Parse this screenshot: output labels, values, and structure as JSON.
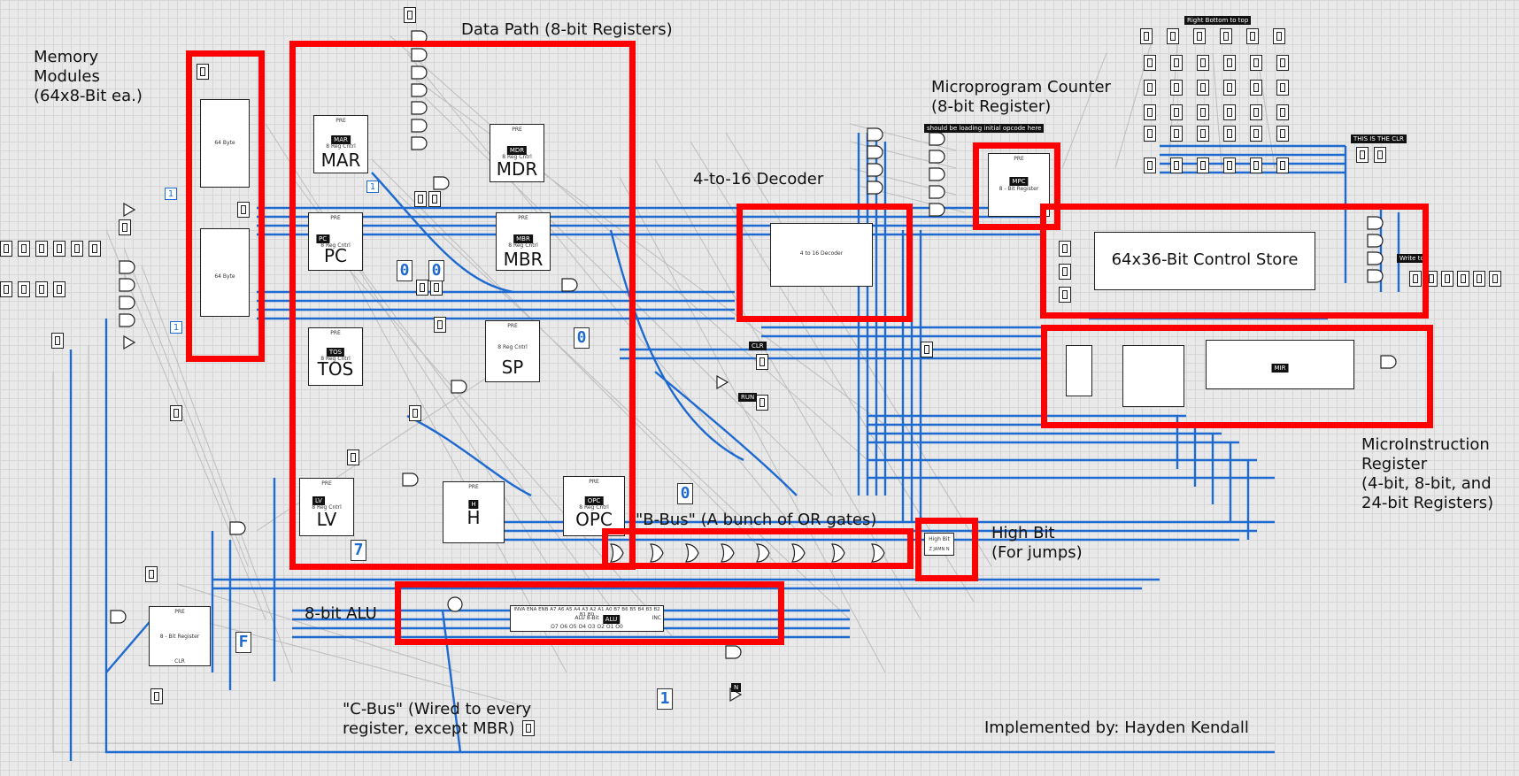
{
  "labels": {
    "memory_modules": "Memory\nModules\n(64x8-Bit ea.)",
    "data_path": "Data Path (8-bit Registers)",
    "micro_pc": "Microprogram Counter\n(8-bit Register)",
    "decoder": "4-to-16 Decoder",
    "control_store": "64x36-Bit Control Store",
    "mir": "MicroInstruction\nRegister\n(4-bit, 8-bit, and\n24-bit Registers)",
    "b_bus": "\"B-Bus\" (A bunch of OR gates)",
    "high_bit": "High Bit\n(For jumps)",
    "alu": "8-bit ALU",
    "c_bus": "\"C-Bus\" (Wired to every\nregister, except MBR)",
    "author": "Implemented by: Hayden Kendall"
  },
  "registers": {
    "mar": "MAR",
    "mdr": "MDR",
    "pc": "PC",
    "mbr": "MBR",
    "tos": "TOS",
    "sp": "SP",
    "lv": "LV",
    "h": "H",
    "opc": "OPC"
  },
  "tags": {
    "mar": "MAR",
    "mdr": "MDR",
    "pc": "PC",
    "mbr": "MBR",
    "tos": "TOS",
    "lv": "LV",
    "h": "H",
    "opc": "OPC",
    "mpc": "MPC",
    "mir": "MIR",
    "alu": "ALU"
  },
  "small_text": {
    "mem_name": "64 Byte",
    "reg_ctrl": "8 Reg Cntrl",
    "mpc_sub": "8 - Bit Register",
    "decoder_name": "4 to 16 Decoder",
    "alu_name": "ALU 8-Bit",
    "alu_inputs": "INVA ENA ENB A7 A6 A5 A4 A3 A2 A1 A0 B7 B6 B5 B4 B3 B2 B1 B0",
    "alu_outputs": "O7 O6 O5 O4 O3 O2 O1 O0",
    "alu_inc": "INC",
    "high_bit_name": "High Bit",
    "high_bit_pins": "Z JAMN N",
    "reg8": "8 - Bit Register",
    "pre": "PRE",
    "clr": "CLR"
  },
  "badges": {
    "right_bottom_top": "Right Bottom to top",
    "should_load": "should be loading initial opcode here",
    "clr_note": "THIS IS THE CLR",
    "write_to": "Write to",
    "clr": "CLR",
    "run": "RUN",
    "n": "N"
  },
  "displays": {
    "hex1": "0",
    "hex2": "0",
    "hex3": "0",
    "hex4": "0",
    "hex5": "7",
    "hex6": "F",
    "hex7": "1",
    "one1": "1",
    "one2": "1",
    "one3": "1"
  },
  "colors": {
    "wire_blue": "#1e6ad0",
    "wire_thin": "#b8b8b8",
    "highlight": "#ff0000",
    "grid": "#d6d6d6",
    "background": "#e9e9e9"
  }
}
